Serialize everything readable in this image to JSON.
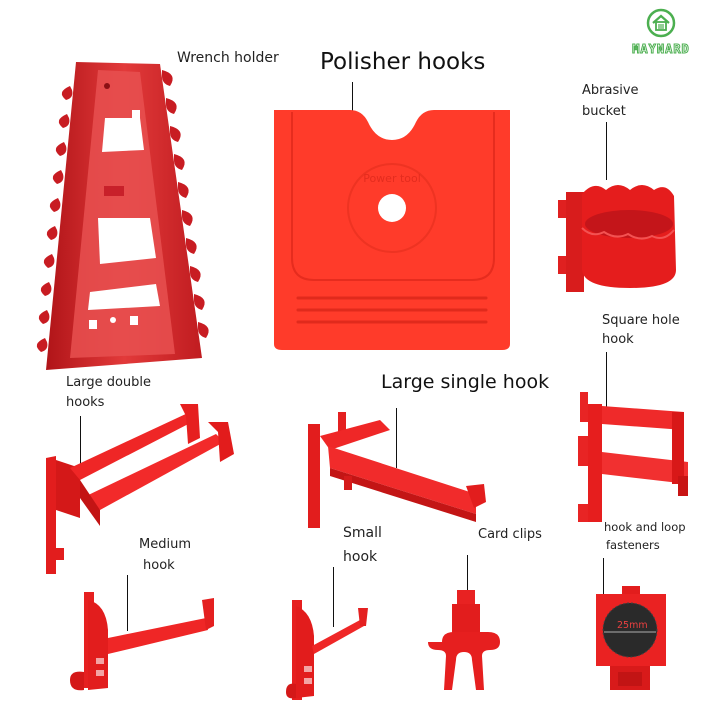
{
  "brand": {
    "name": "MAYNARD",
    "logo_icon": "house-in-circle-icon",
    "color": "#4caf50"
  },
  "colors": {
    "plastic_red": "#e8221f",
    "plastic_red_dark": "#b8181a",
    "polisher_orange_red": "#ff3b2a",
    "label_text": "#222222",
    "background": "#ffffff"
  },
  "products": [
    {
      "id": "wrench-holder",
      "label": "Wrench holder"
    },
    {
      "id": "polisher-hooks",
      "label": "Polisher hooks",
      "embossed_text": "Power tool"
    },
    {
      "id": "abrasive-bucket",
      "label_line1": "Abrasive",
      "label_line2": "bucket"
    },
    {
      "id": "square-hole-hook",
      "label_line1": "Square hole",
      "label_line2": "hook"
    },
    {
      "id": "large-double-hooks",
      "label_line1": "Large double",
      "label_line2": "hooks"
    },
    {
      "id": "large-single-hook",
      "label": "Large single hook"
    },
    {
      "id": "medium-hook",
      "label_line1": "Medium",
      "label_line2": "hook"
    },
    {
      "id": "small-hook",
      "label_line1": "Small",
      "label_line2": "hook"
    },
    {
      "id": "card-clips",
      "label": "Card clips"
    },
    {
      "id": "hook-and-loop-fasteners",
      "label_line1": "hook and loop",
      "label_line2": "fasteners",
      "dimension": "25mm"
    }
  ]
}
